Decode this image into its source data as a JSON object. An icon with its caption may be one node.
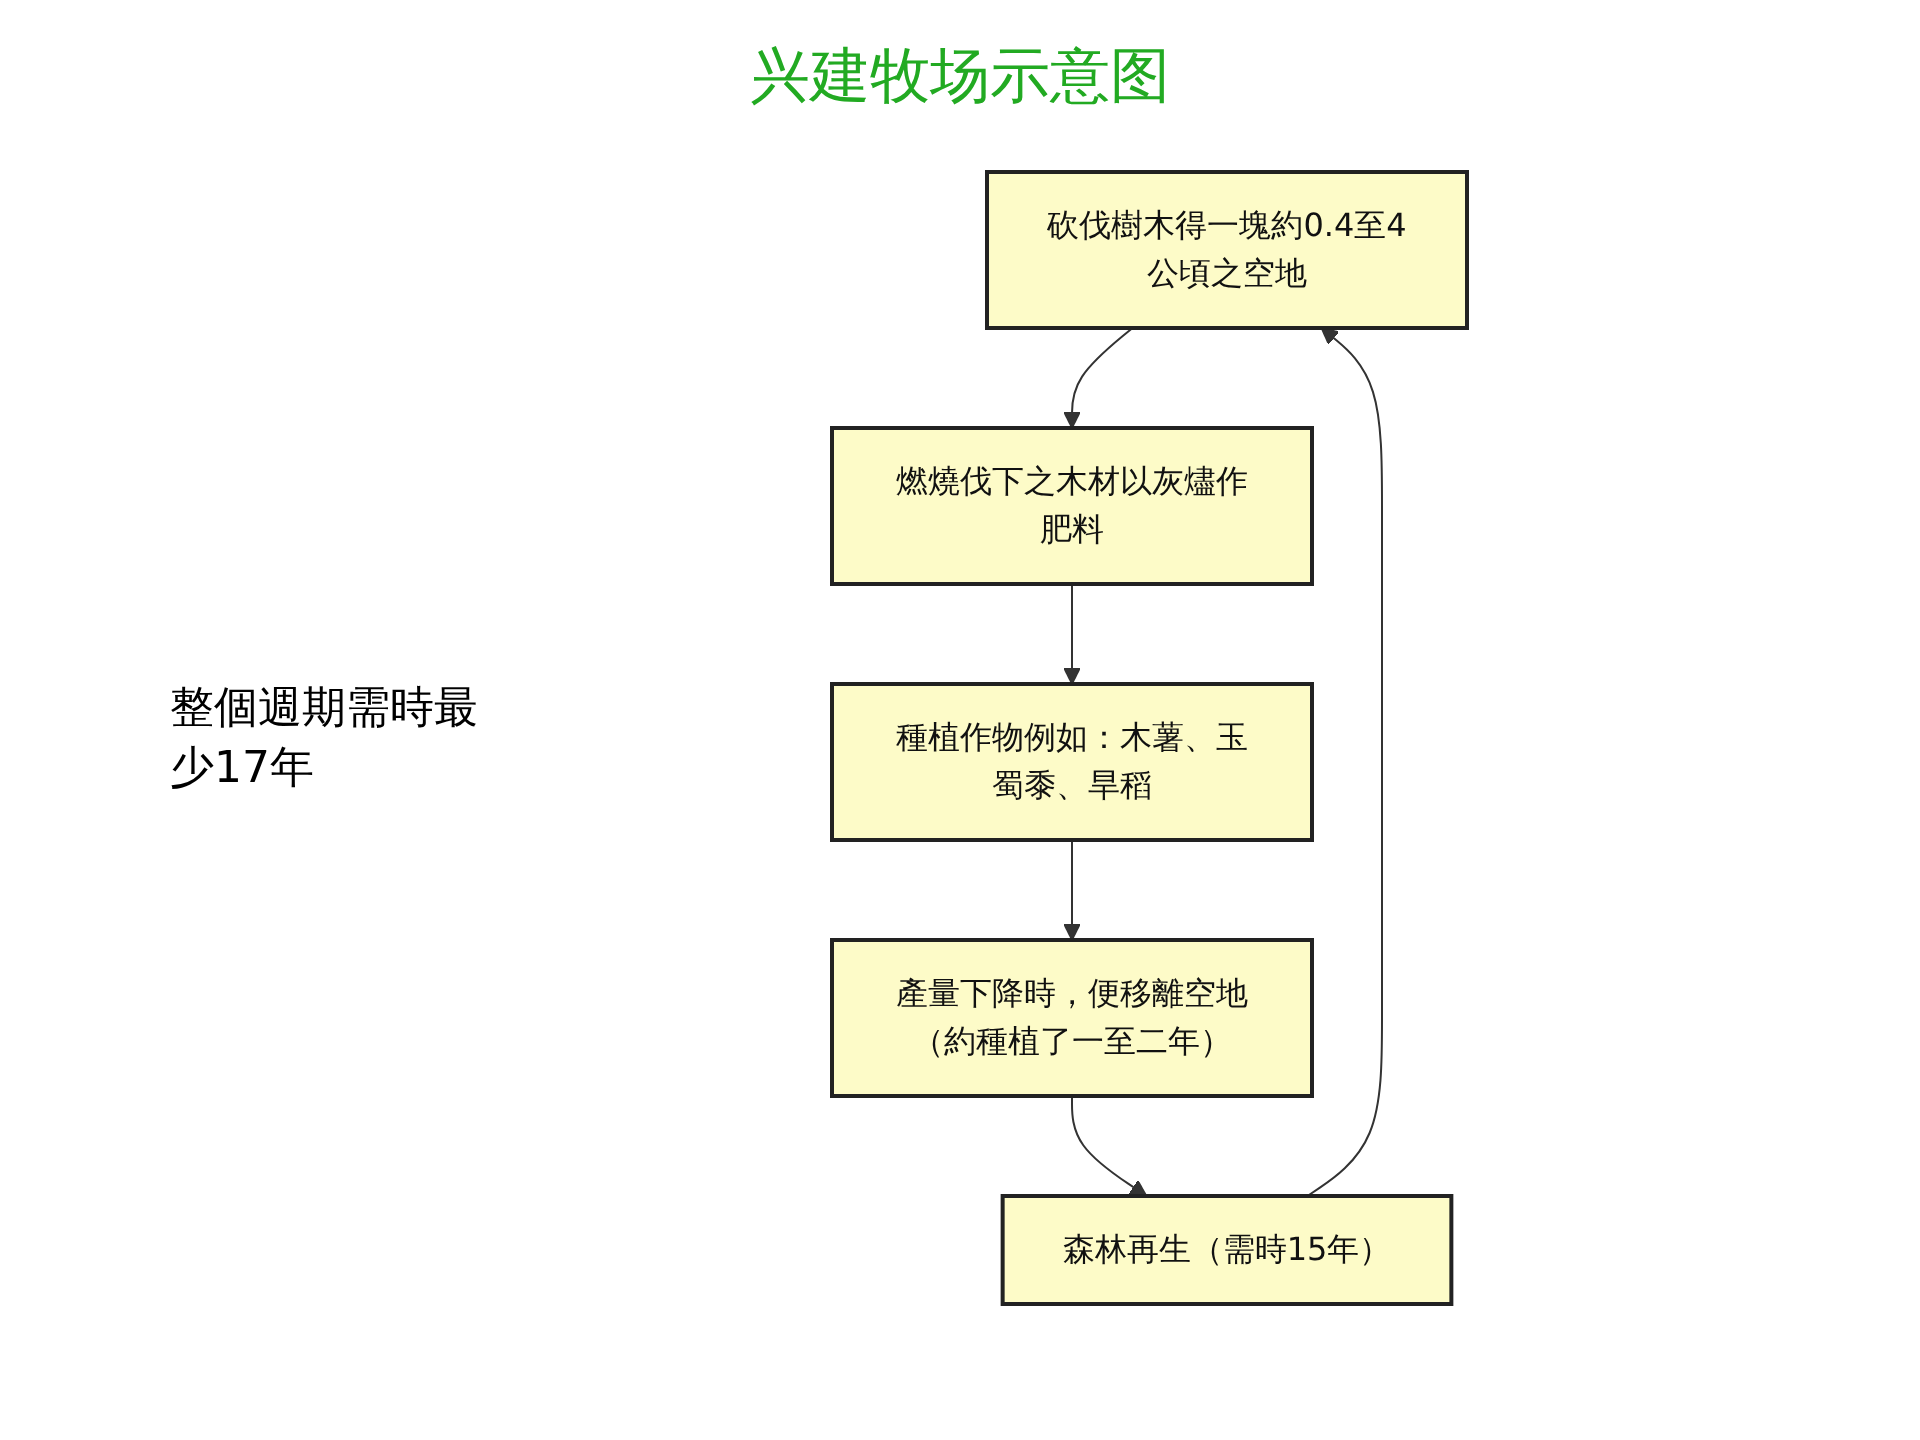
{
  "diagram": {
    "title": "兴建牧场示意图",
    "nodes": [
      {
        "text": [
          "砍伐樹木得一塊約0.4至4公頃之空地"
        ]
      },
      {
        "text": [
          "燃燒伐下之木材以灰燼作肥料"
        ]
      },
      {
        "text": [
          "種植作物例如：木薯、玉蜀黍、旱稻"
        ]
      },
      {
        "text": [
          "產量下降時，便移離空地（約種植了一至二年）"
        ]
      },
      {
        "text": [
          "森林再生（需時15年）"
        ]
      }
    ],
    "edges": [
      {
        "from": 0,
        "to": 1,
        "arrow": "to"
      },
      {
        "from": 1,
        "to": 2,
        "arrow": "to"
      },
      {
        "from": 2,
        "to": 3,
        "arrow": "to"
      },
      {
        "from": 3,
        "to": 4,
        "arrow": "to"
      },
      {
        "from": 4,
        "to": 0,
        "arrow": "to"
      }
    ],
    "labels": [
      "整個週期需時最少17年"
    ]
  }
}
